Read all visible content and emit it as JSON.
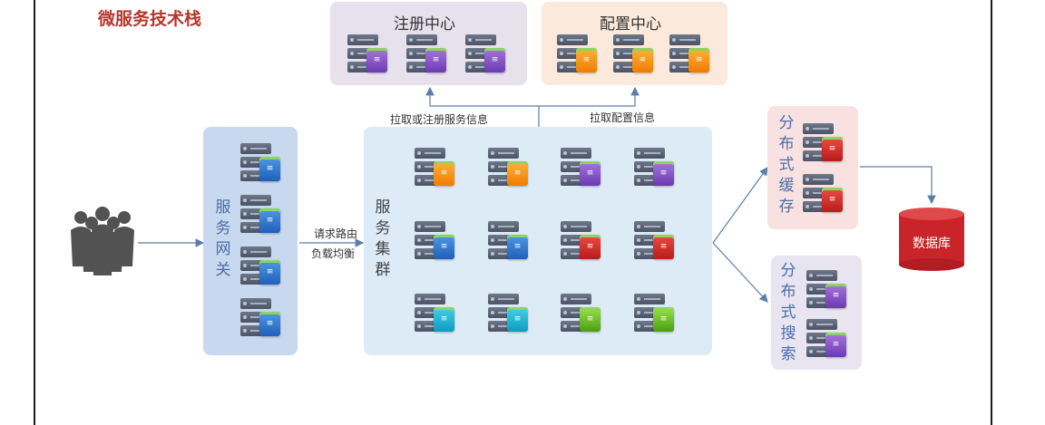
{
  "title": "微服务技术栈",
  "registry": {
    "title": "注册中心",
    "servers": 3,
    "color": "#e7e1ee"
  },
  "config": {
    "title": "配置中心",
    "servers": 3,
    "color": "#fbe9dc"
  },
  "gateway": {
    "label": "服务网关",
    "servers": 4,
    "color": "#c8d8ee"
  },
  "cluster": {
    "label": "服务集群",
    "color": "#dcebf6",
    "rows": [
      [
        "orange",
        "orange",
        "purple",
        "purple"
      ],
      [
        "blue",
        "blue",
        "red",
        "red"
      ],
      [
        "cyan",
        "cyan",
        "green",
        "green"
      ]
    ]
  },
  "cache": {
    "label": "分布式缓存",
    "servers": 2,
    "color": "#f9e1e1"
  },
  "search": {
    "label": "分布式搜索",
    "servers": 2,
    "color": "#e8e4f0"
  },
  "database": {
    "label": "数据库",
    "color": "#c8242a"
  },
  "edges": {
    "pull_register": "拉取或注册服务信息",
    "pull_config": "拉取配置信息",
    "route_1": "请求路由",
    "route_2": "负载均衡"
  },
  "icons": {
    "users": "users-icon",
    "server": "server-icon",
    "database": "database-icon"
  }
}
